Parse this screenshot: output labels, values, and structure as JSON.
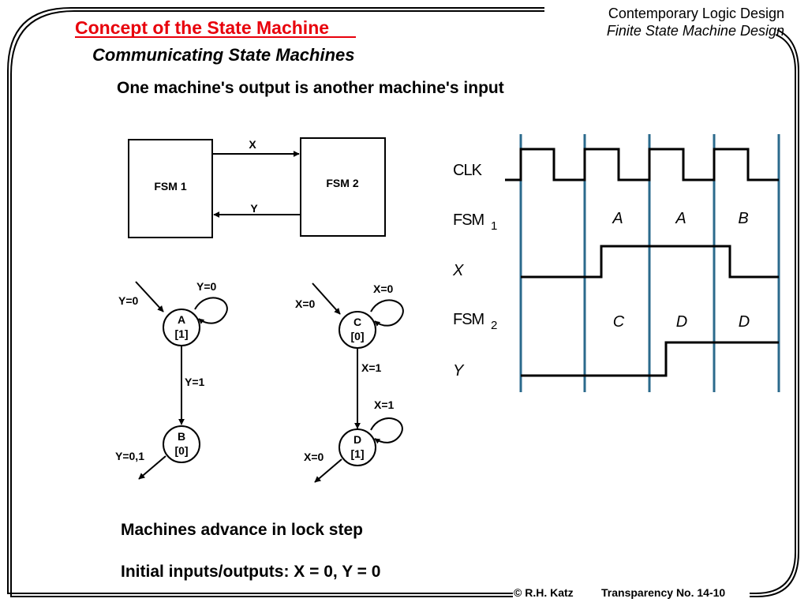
{
  "header": {
    "title": "Concept of the State Machine",
    "subtitle": "Communicating State Machines",
    "course": "Contemporary Logic Design",
    "chapter": "Finite State Machine Design"
  },
  "intro": "One machine's output is another machine's input",
  "block_diagram": {
    "fsm1": "FSM 1",
    "fsm2": "FSM 2",
    "x_label": "X",
    "y_label": "Y"
  },
  "fsm1_diagram": {
    "state_a": {
      "name": "A",
      "output": "[1]"
    },
    "state_b": {
      "name": "B",
      "output": "[0]"
    },
    "entry_label": "Y=0",
    "self_loop_a": "Y=0",
    "a_to_b": "Y=1",
    "b_exit": "Y=0,1"
  },
  "fsm2_diagram": {
    "state_c": {
      "name": "C",
      "output": "[0]"
    },
    "state_d": {
      "name": "D",
      "output": "[1]"
    },
    "entry_label": "X=0",
    "self_loop_c": "X=0",
    "c_to_d": "X=1",
    "self_loop_d": "X=1",
    "d_exit": "X=0"
  },
  "timing": {
    "clk_label": "CLK",
    "fsm1_label": "FSM",
    "fsm1_sub": "1",
    "x_label": "X",
    "fsm2_label": "FSM",
    "fsm2_sub": "2",
    "y_label": "Y",
    "fsm1_states": [
      "A",
      "A",
      "B"
    ],
    "fsm2_states": [
      "C",
      "D",
      "D"
    ],
    "x_wave": [
      0,
      1,
      1,
      0
    ],
    "y_wave": [
      0,
      0,
      1,
      1
    ]
  },
  "notes": {
    "lockstep": "Machines advance in lock step",
    "initial": "Initial inputs/outputs: X = 0, Y = 0"
  },
  "footer": {
    "copyright": "© R.H. Katz",
    "transparency": "Transparency No. 14-10"
  },
  "colors": {
    "title": "#e8000b",
    "clock_lines": "#2b6a8c"
  }
}
